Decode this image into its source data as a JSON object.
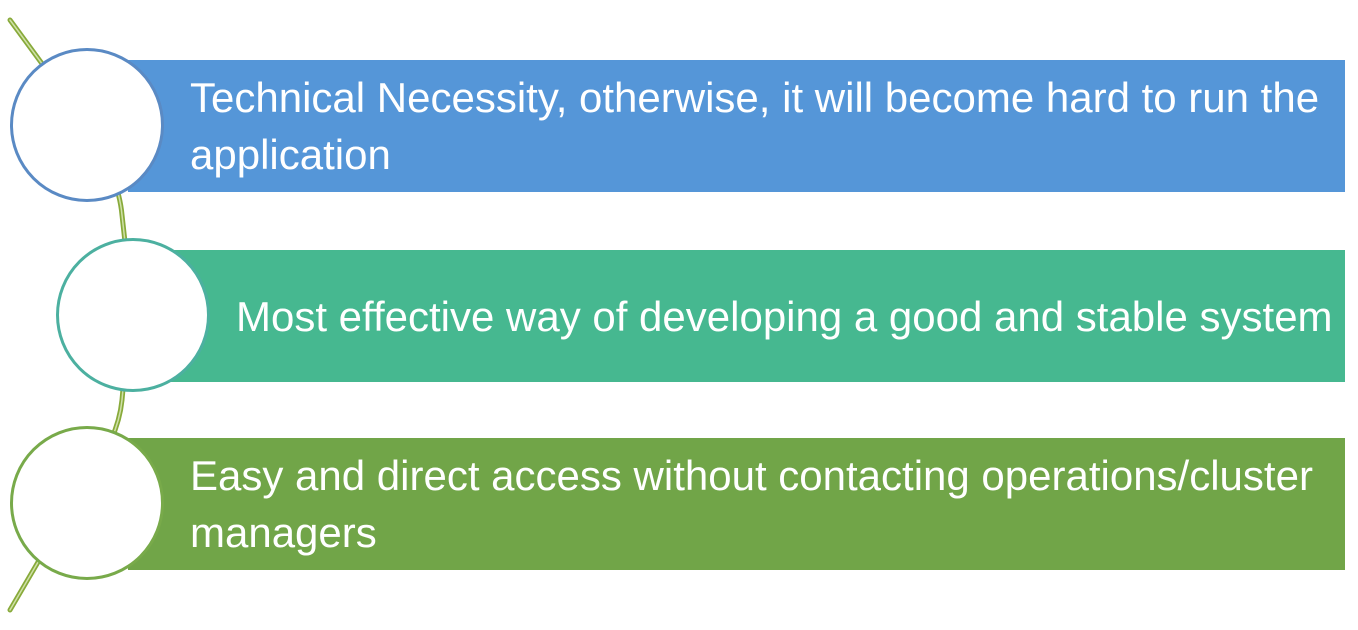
{
  "items": [
    {
      "text": "Technical Necessity, otherwise, it will become hard to run the application",
      "color": "#5596d8"
    },
    {
      "text": "Most effective way of developing a good and stable system",
      "color": "#46b890"
    },
    {
      "text": "Easy and direct access without contacting operations/cluster managers",
      "color": "#71a548"
    }
  ],
  "ring_colors": [
    "#5a8ac4",
    "#4cb0a0",
    "#78aa4a"
  ],
  "connector_color": "#88aa3a"
}
